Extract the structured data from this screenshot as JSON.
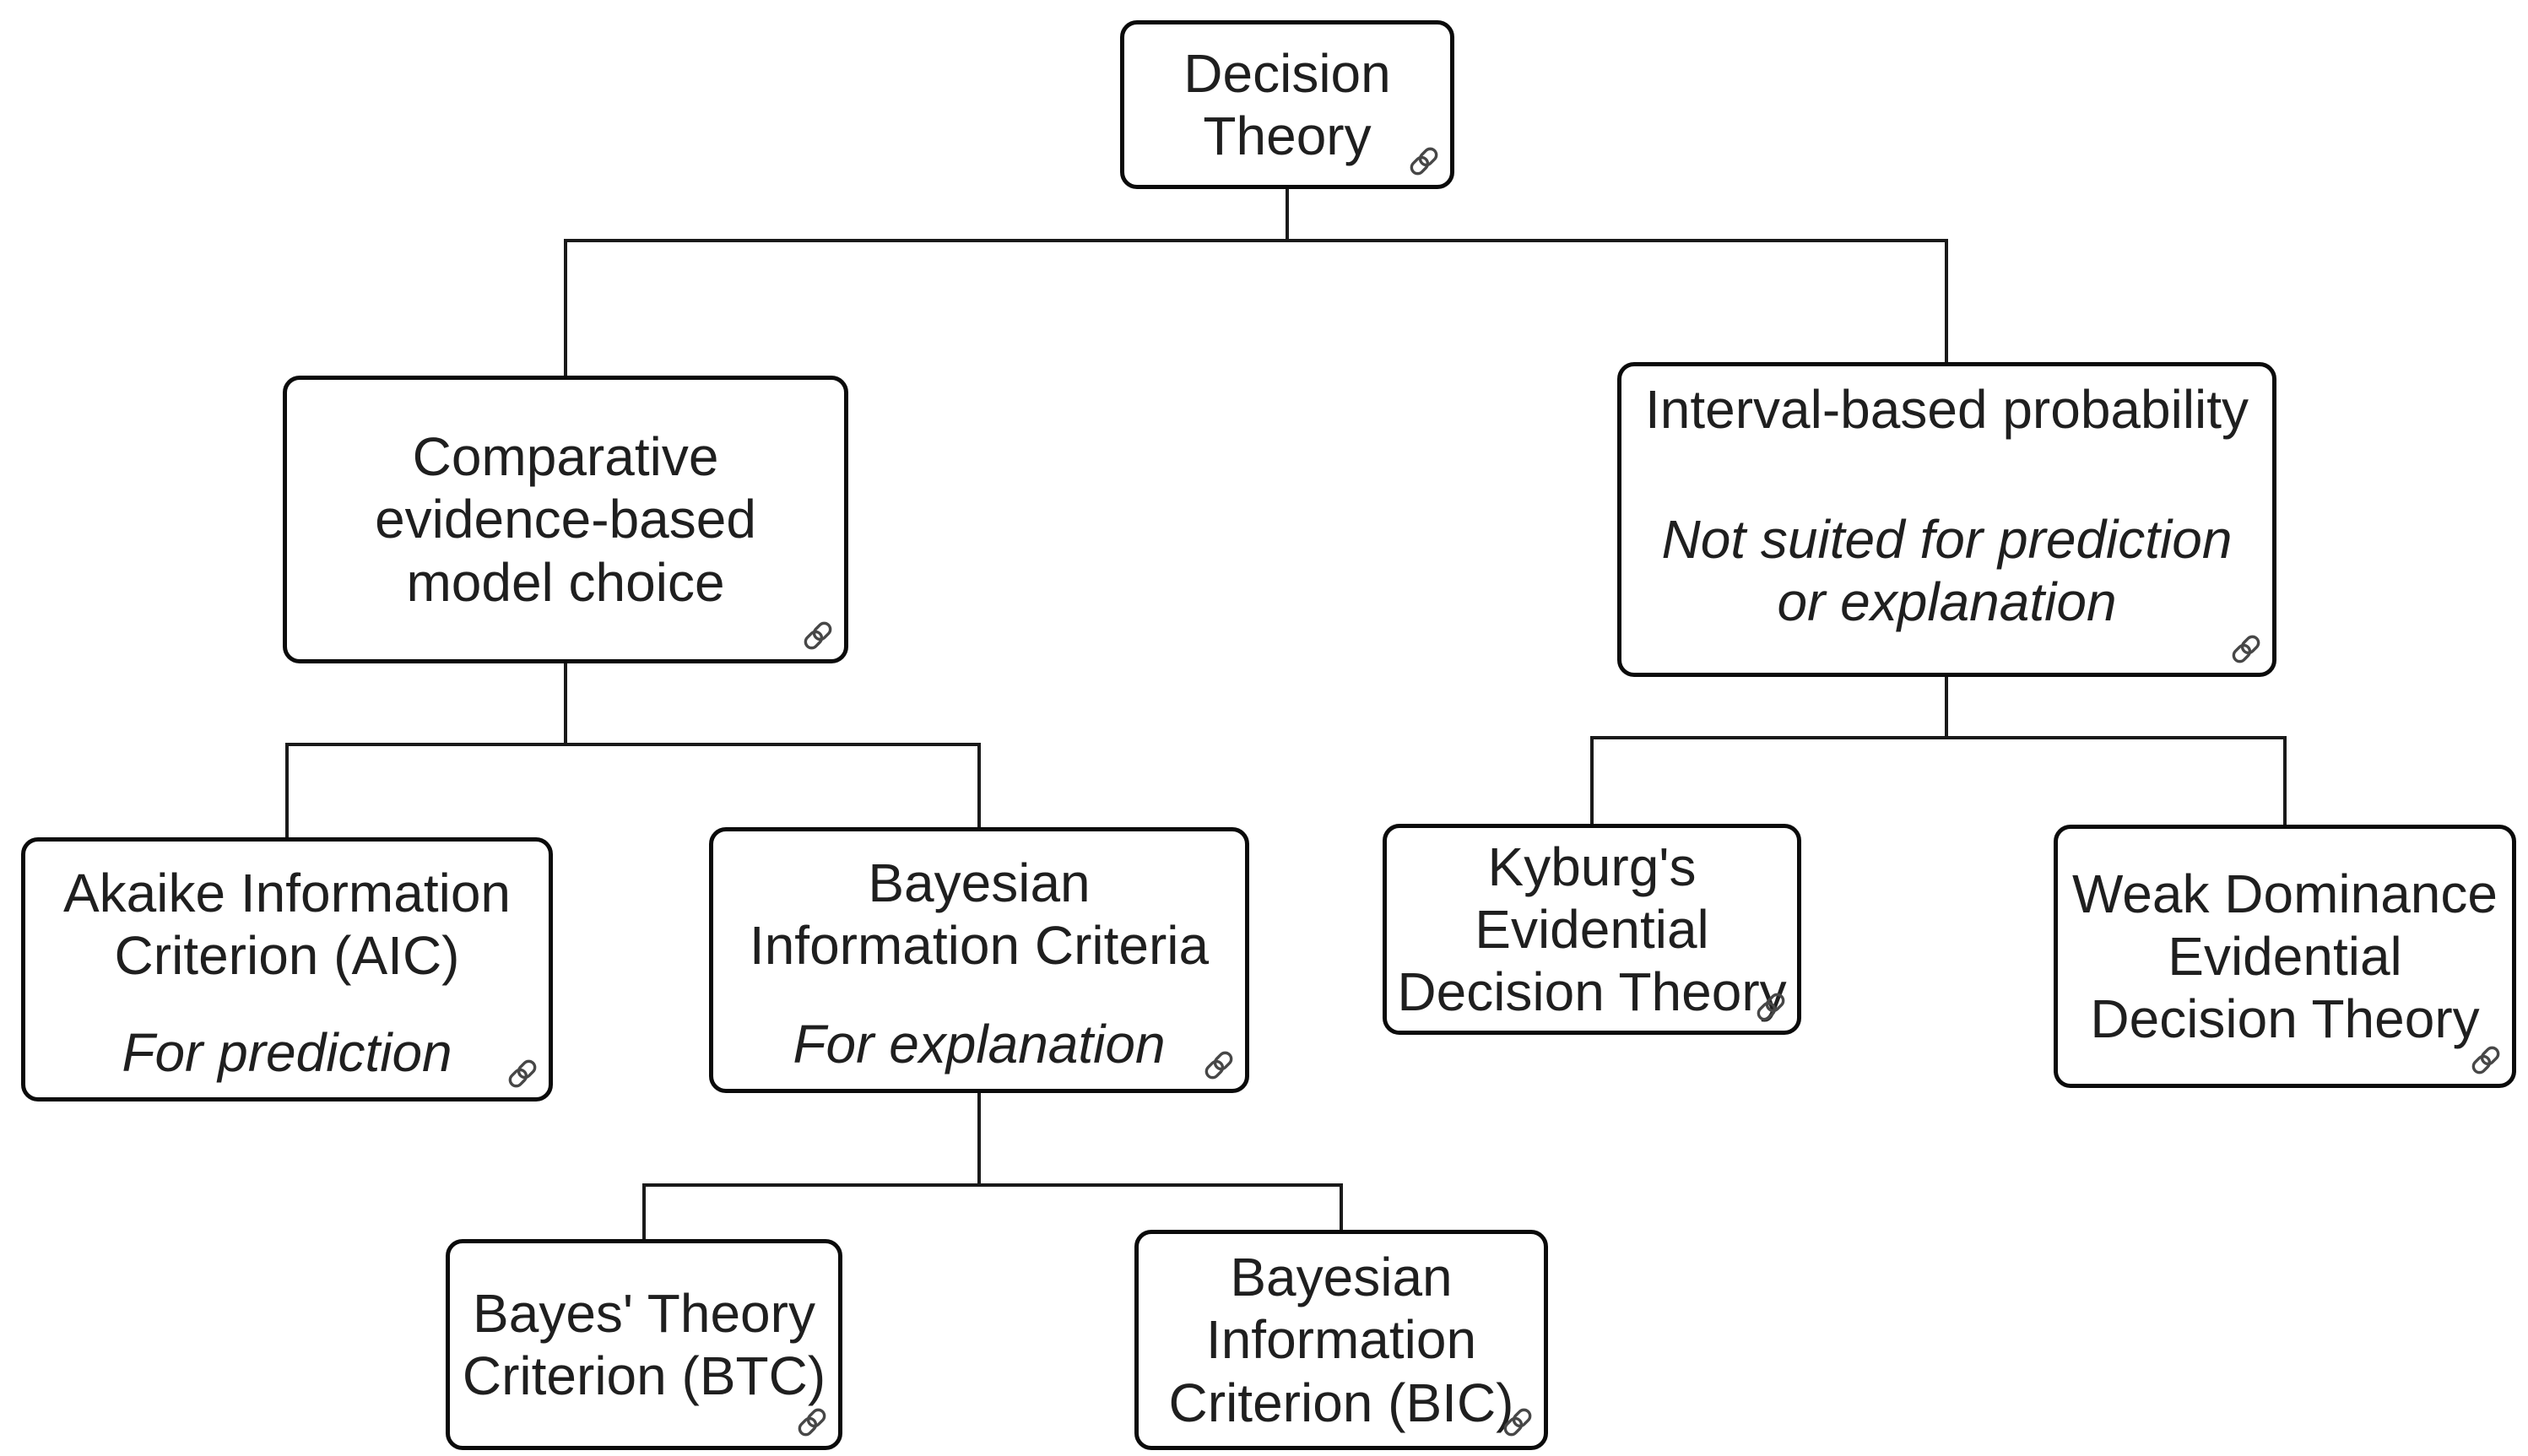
{
  "diagram": {
    "title": "Decision Theory flowchart",
    "type": "tree-diagram",
    "colors": {
      "background": "#ffffff",
      "box_fill": "#ffffff",
      "box_border": "#0b0b0b",
      "text": "#1f1f1f",
      "connector": "#1a1a1a",
      "link_icon": "#474747"
    },
    "icons": {
      "link": "chain-link"
    },
    "nodes": {
      "decision_theory": {
        "title": "Decision\nTheory"
      },
      "comparative": {
        "title": "Comparative\nevidence-based\nmodel choice"
      },
      "interval": {
        "title": "Interval-based probability",
        "note": "Not suited for prediction\nor explanation"
      },
      "aic": {
        "title": "Akaike Information\nCriterion (AIC)",
        "note": "For prediction"
      },
      "bayesian_criteria": {
        "title": "Bayesian\nInformation Criteria",
        "note": "For explanation"
      },
      "kyburg": {
        "title": "Kyburg's\nEvidential\nDecision Theory"
      },
      "weak_dominance": {
        "title": "Weak Dominance\nEvidential\nDecision Theory"
      },
      "btc": {
        "title": "Bayes' Theory\nCriterion (BTC)"
      },
      "bic": {
        "title": "Bayesian\nInformation\nCriterion (BIC)"
      }
    },
    "edges": [
      {
        "from": "decision_theory",
        "to": "comparative"
      },
      {
        "from": "decision_theory",
        "to": "interval"
      },
      {
        "from": "comparative",
        "to": "aic"
      },
      {
        "from": "comparative",
        "to": "bayesian_criteria"
      },
      {
        "from": "bayesian_criteria",
        "to": "btc"
      },
      {
        "from": "bayesian_criteria",
        "to": "bic"
      },
      {
        "from": "interval",
        "to": "kyburg"
      },
      {
        "from": "interval",
        "to": "weak_dominance"
      }
    ]
  }
}
